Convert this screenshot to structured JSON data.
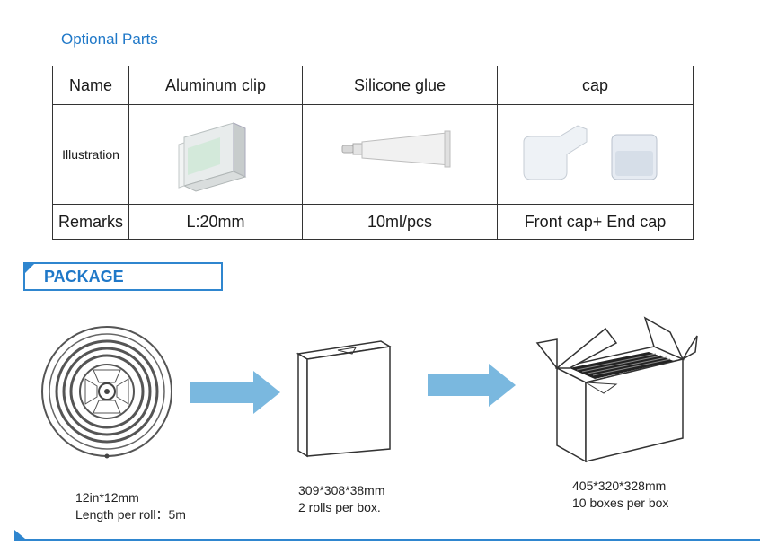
{
  "optional_parts": {
    "title": "Optional Parts",
    "row_labels": {
      "name": "Name",
      "illustration": "Illustration",
      "remarks": "Remarks"
    },
    "items": [
      {
        "name": "Aluminum clip",
        "remark": "L:20mm",
        "icon": "aluminum-clip-icon"
      },
      {
        "name": "Silicone glue",
        "remark": "10ml/pcs",
        "icon": "silicone-glue-tube-icon"
      },
      {
        "name": "cap",
        "remark": "Front cap+ End cap",
        "icon": "end-cap-icon"
      }
    ]
  },
  "package": {
    "title": "PACKAGE",
    "accent_color": "#2f86cf",
    "steps": [
      {
        "icon": "led-reel-icon",
        "line1": "12in*12mm",
        "line2": "Length per roll：5m"
      },
      {
        "icon": "box-icon",
        "line1": "309*308*38mm",
        "line2": "2 rolls per box."
      },
      {
        "icon": "carton-icon",
        "line1": "405*320*328mm",
        "line2": "10 boxes per box"
      }
    ],
    "arrow_icon": "right-arrow-icon",
    "arrow_color": "#7ab8df"
  }
}
